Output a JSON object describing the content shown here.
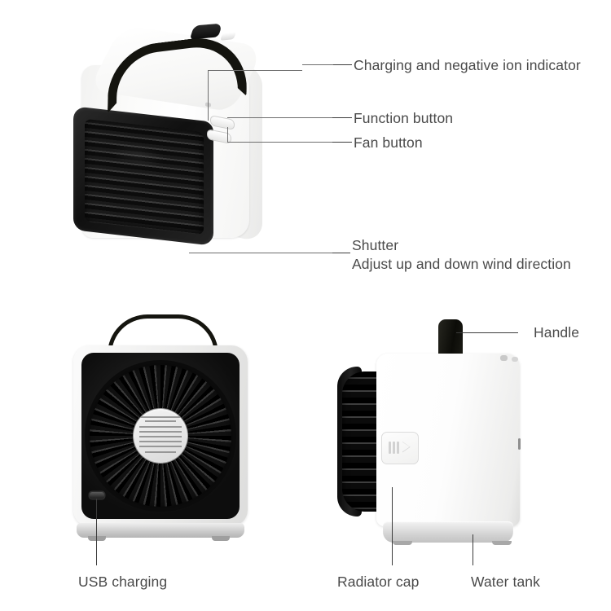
{
  "page": {
    "title": "Mini Air Conditioner Fan — Annotated Product Diagram",
    "background_color": "#ffffff",
    "text_color": "#4a4a4a",
    "leader_line_color": "#3c3c3c"
  },
  "callouts": {
    "charging_indicator": "Charging and negative ion indicator",
    "function_button": "Function button",
    "fan_button": "Fan button",
    "shutter_title": "Shutter",
    "shutter_desc": "Adjust up and down wind direction",
    "handle": "Handle",
    "usb_charging": "USB charging",
    "radiator_cap": "Radiator cap",
    "water_tank": "Water tank"
  },
  "views": {
    "front": {
      "name": "front-three-quarter-view",
      "parts": [
        "handle-strap",
        "top-knob",
        "indicator-light",
        "function-button",
        "fan-button",
        "shutter-louvers"
      ]
    },
    "rear": {
      "name": "rear-view",
      "parts": [
        "handle-strap",
        "fan-grille",
        "hub-label",
        "usb-port",
        "base"
      ]
    },
    "side": {
      "name": "side-view",
      "parts": [
        "handle-strap",
        "fan-grille",
        "radiator-cap",
        "water-tank"
      ]
    }
  }
}
